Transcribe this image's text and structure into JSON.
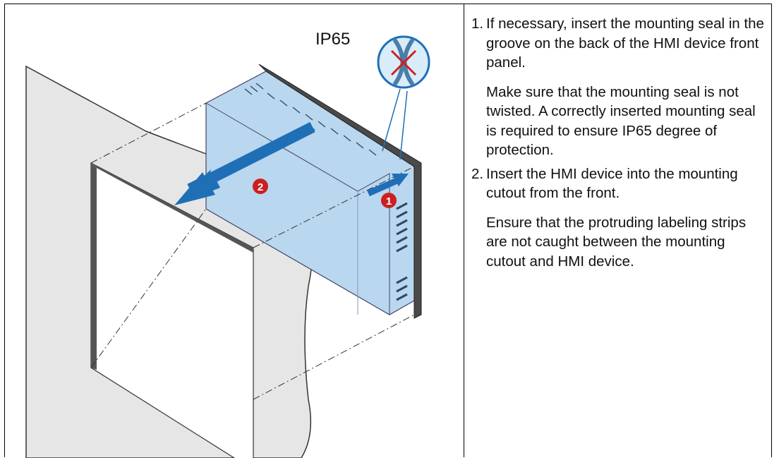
{
  "figure": {
    "label": "IP65",
    "callouts": [
      "1",
      "2"
    ],
    "colors": {
      "panel": "#e6e6e6",
      "device": "#b9d7ef",
      "device_dark": "#8fb3d3",
      "arrow": "#1f6fb7",
      "callout": "#cc2020",
      "frame": "#4a4a4a"
    }
  },
  "steps": [
    {
      "number": "1.",
      "text": "If necessary, insert the mounting seal in the groove on the back of the HMI device front panel.",
      "note": "Make sure that the mounting seal is not twisted. A correctly inserted mounting seal is required to ensure IP65 degree of protection."
    },
    {
      "number": "2.",
      "text": "Insert the HMI device into the mounting cutout from the front.",
      "note": "Ensure that the protruding labeling strips are not caught between the mounting cutout and HMI device."
    }
  ]
}
